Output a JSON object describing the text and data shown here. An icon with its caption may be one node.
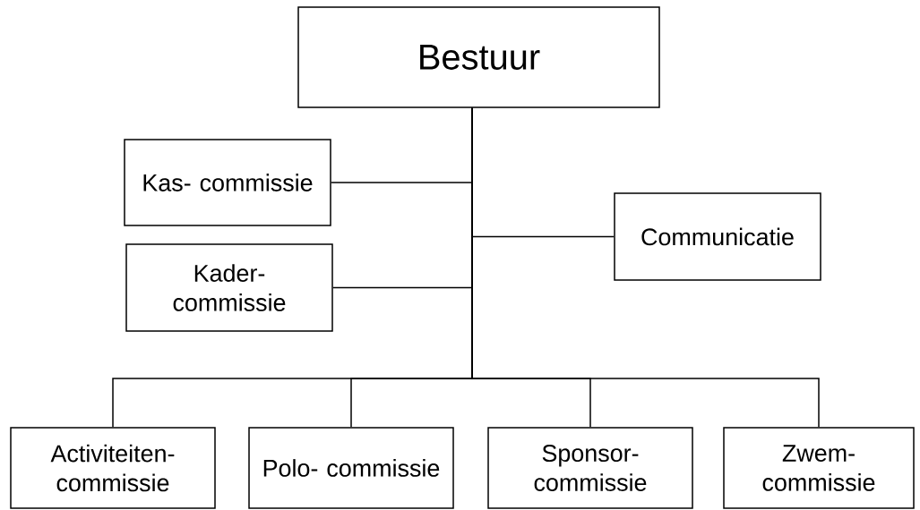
{
  "diagram": {
    "nodes": [
      {
        "text": [
          "Bestuur"
        ]
      },
      {
        "text": [
          "Kas- commissie"
        ]
      },
      {
        "text": [
          "Kader- commissie"
        ]
      },
      {
        "text": [
          "Communicatie"
        ]
      },
      {
        "text": [
          "Activiteiten- commissie"
        ]
      },
      {
        "text": [
          "Polo- commissie"
        ]
      },
      {
        "text": [
          "Sponsor- commissie"
        ]
      },
      {
        "text": [
          "Zwem- commissie"
        ]
      }
    ],
    "edges": [
      {
        "from": 0,
        "to": 1,
        "arrow": "none"
      },
      {
        "from": 0,
        "to": 2,
        "arrow": "none"
      },
      {
        "from": 0,
        "to": 3,
        "arrow": "none"
      },
      {
        "from": 0,
        "to": 4,
        "arrow": "none"
      },
      {
        "from": 0,
        "to": 5,
        "arrow": "none"
      },
      {
        "from": 0,
        "to": 6,
        "arrow": "none"
      },
      {
        "from": 0,
        "to": 7,
        "arrow": "none"
      }
    ]
  }
}
